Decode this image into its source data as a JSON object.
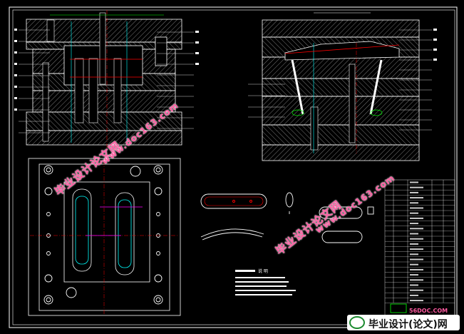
{
  "drawing": {
    "notes_title": "说    明",
    "colors": {
      "background": "#000000",
      "frame": "#ffffff",
      "part_outline": "#ff0000",
      "cyan": "#00ffff",
      "yellow": "#ffff00",
      "green": "#00ff00",
      "magenta": "#ff00ff"
    }
  },
  "watermarks": {
    "cn": "毕业设计论文网",
    "url": "www.doc163.com",
    "logo_small": "56DOC.COM",
    "logo_main": "毕业设计(论文)网"
  }
}
